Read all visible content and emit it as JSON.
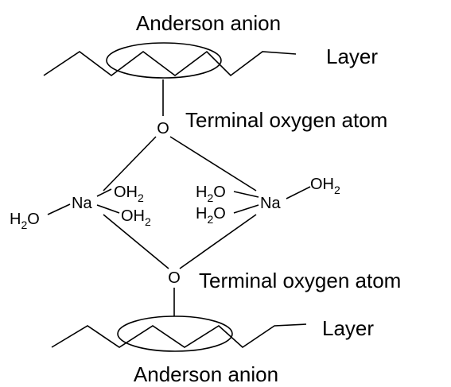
{
  "labels": {
    "anion_top": "Anderson anion",
    "anion_bottom": "Anderson anion",
    "layer_top": "Layer",
    "layer_bottom": "Layer",
    "terminal_top": "Terminal oxygen atom",
    "terminal_bottom": "Terminal oxygen atom"
  },
  "atoms": {
    "o_top": "O",
    "o_bottom": "O",
    "na_left": "Na",
    "na_right": "Na",
    "oh": "OH",
    "h": "H",
    "o": "O",
    "sub2": "2"
  },
  "colors": {
    "ink": "#000000",
    "background": "#ffffff"
  }
}
